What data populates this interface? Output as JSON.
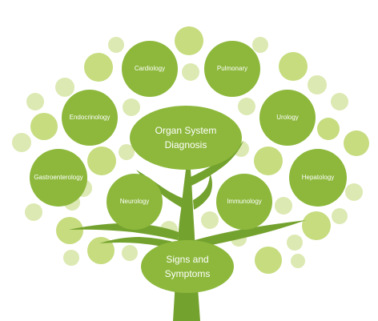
{
  "diagram": {
    "center_node": {
      "line1": "Organ System",
      "line2": "Diagnosis"
    },
    "base_node": {
      "line1": "Signs and",
      "line2": "Symptoms"
    },
    "nodes": {
      "cardiology": "Cardiology",
      "pulmonary": "Pulmonary",
      "endocrinology": "Endocrinology",
      "urology": "Urology",
      "gastroenterology": "Gastroenterology",
      "hepatology": "Hepatology",
      "neurology": "Neurology",
      "immunology": "Immunology"
    },
    "colors": {
      "primary": "#8DB83C",
      "primary_dark": "#74A22E",
      "light_bubble": "#C6DC7E",
      "pale_bubble": "#DCE9B2",
      "text": "#FFFFFF"
    }
  }
}
